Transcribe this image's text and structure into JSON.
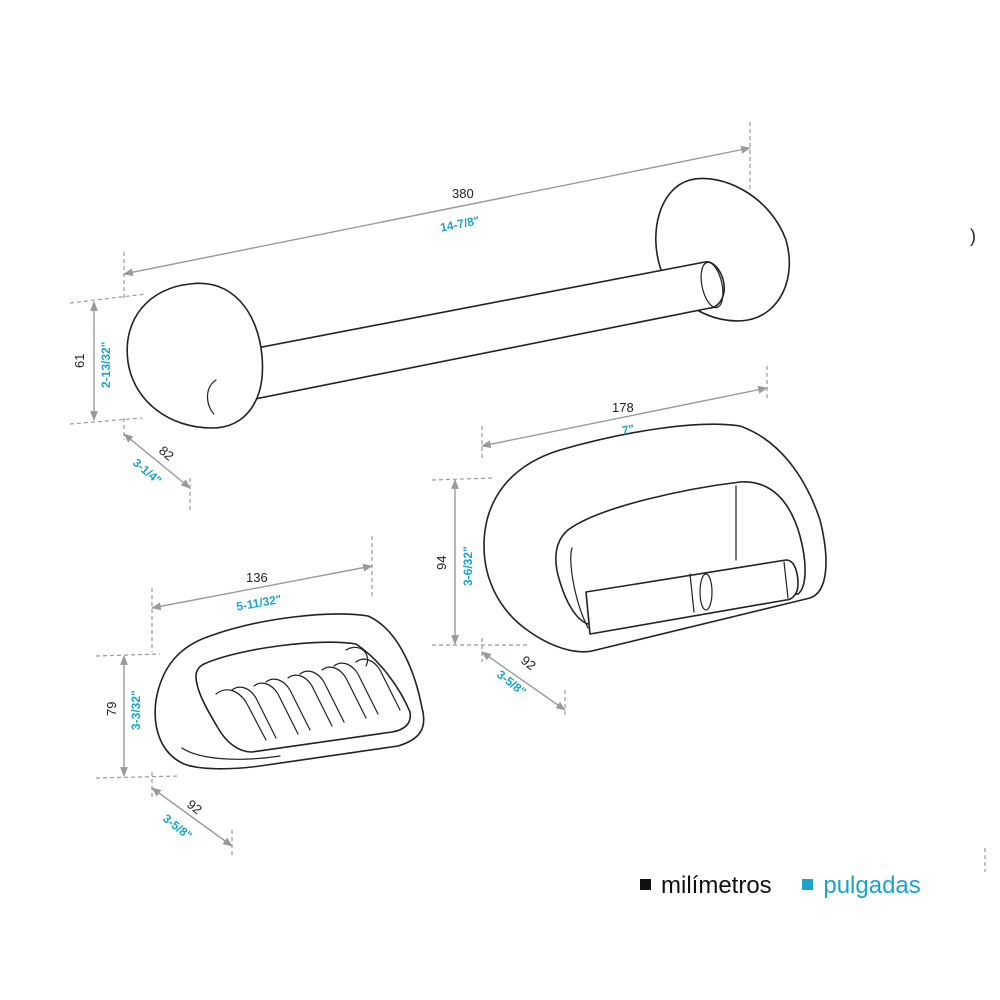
{
  "colors": {
    "metric": "#222222",
    "imperial": "#1aa3cf",
    "dimension_line": "#9a9a9a"
  },
  "towel_bar": {
    "length_mm": "380",
    "length_in": "14-7/8\"",
    "height_mm": "61",
    "height_in": "2-13/32\"",
    "depth_mm": "82",
    "depth_in": "3-1/4\""
  },
  "paper_holder": {
    "width_mm": "178",
    "width_in": "7\"",
    "height_mm": "94",
    "height_in": "3-6/32\"",
    "depth_mm": "92",
    "depth_in": "3-5/8\""
  },
  "soap_dish": {
    "width_mm": "136",
    "width_in": "5-11/32\"",
    "height_mm": "79",
    "height_in": "3-3/32\"",
    "depth_mm": "92",
    "depth_in": "3-5/8\""
  },
  "legend": {
    "metric_label": "milímetros",
    "imperial_label": "pulgadas"
  },
  "edge_mark": ")"
}
